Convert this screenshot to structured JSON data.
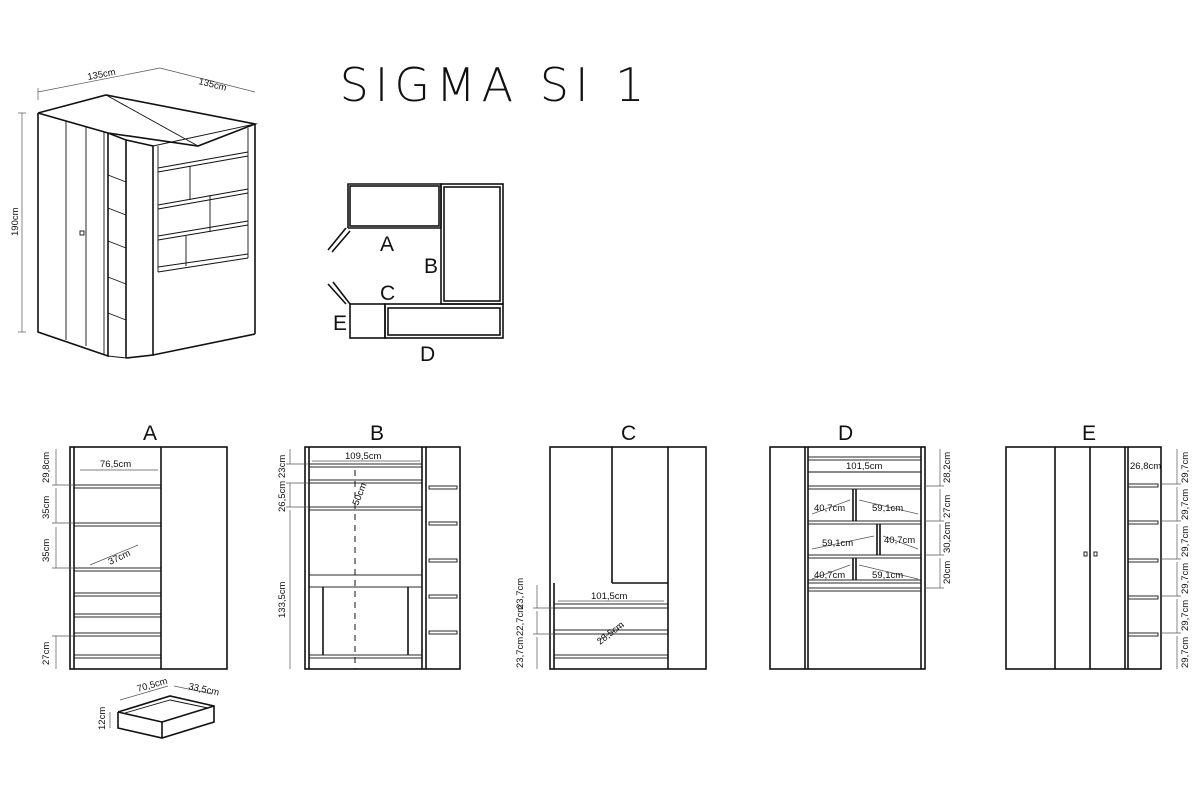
{
  "title": "SIGMA SI 1",
  "overall": {
    "width1": "135cm",
    "width2": "135cm",
    "height": "190cm"
  },
  "plan": {
    "a": "A",
    "b": "B",
    "c": "C",
    "d": "D",
    "e": "E"
  },
  "views": {
    "A": {
      "label": "A",
      "width": "76,5cm",
      "h1": "29,8cm",
      "h2": "35cm",
      "h3": "35cm",
      "h4": "27cm",
      "diag": "37cm"
    },
    "B": {
      "label": "B",
      "width": "109,5cm",
      "h1": "23cm",
      "h2": "26,5cm",
      "h3": "133,5cm",
      "diag": "50cm"
    },
    "C": {
      "label": "C",
      "width": "101,5cm",
      "h1": "23,7cm",
      "h2": "22,7cm",
      "h3": "23,7cm",
      "diag": "28,5cm"
    },
    "D": {
      "label": "D",
      "width": "101,5cm",
      "w1": "40,7cm",
      "w2": "59,1cm",
      "w3": "59,1cm",
      "w4": "40,7cm",
      "w5": "40,7cm",
      "w6": "59,1cm",
      "h1": "28,2cm",
      "h2": "27cm",
      "h3": "30,2cm",
      "h4": "20cm"
    },
    "E": {
      "label": "E",
      "width": "26,8cm",
      "h": [
        "29,7cm",
        "29,7cm",
        "29,7cm",
        "29,7cm",
        "29,7cm",
        "29,7cm"
      ]
    }
  },
  "drawer": {
    "w": "70,5cm",
    "d": "33,5cm",
    "h": "12cm"
  }
}
